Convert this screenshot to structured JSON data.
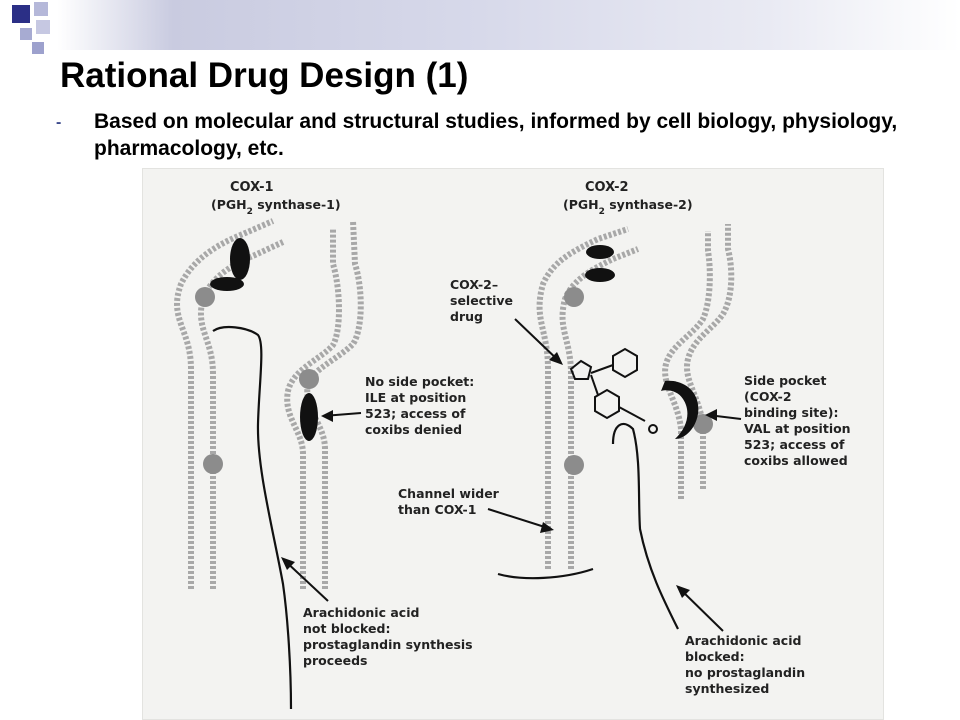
{
  "slide": {
    "title": "Rational Drug Design (1)",
    "bullet_marker": "-",
    "bullet_text": "Based on molecular and structural studies, informed by cell biology, physiology, pharmacology, etc."
  },
  "diagram": {
    "cox1": {
      "name": "COX-1",
      "subtitle_pre": "(PGH",
      "subtitle_sub": "2",
      "subtitle_post": " synthase-1)",
      "pocket_note": [
        "No side pocket:",
        "ILE at position",
        "523; access of",
        "coxibs denied"
      ],
      "acid_note": [
        "Arachidonic acid",
        "not blocked:",
        "prostaglandin synthesis",
        "proceeds"
      ]
    },
    "cox2": {
      "name": "COX-2",
      "subtitle_pre": "(PGH",
      "subtitle_sub": "2",
      "subtitle_post": " synthase-2)",
      "drug_note": [
        "COX-2–",
        "selective",
        "drug"
      ],
      "pocket_note": [
        "Side pocket",
        "(COX-2",
        "binding site):",
        "VAL at position",
        "523; access of",
        "coxibs allowed"
      ],
      "channel_note": [
        "Channel wider",
        "than COX-1"
      ],
      "acid_note": [
        "Arachidonic acid",
        "blocked:",
        "no prostaglandin",
        "synthesized"
      ]
    }
  },
  "colors": {
    "title": "#000000",
    "accent_square_dark": "#2b2f86",
    "accent_square_light": "#9fa3cf",
    "figure_bg": "#f3f3f1"
  }
}
